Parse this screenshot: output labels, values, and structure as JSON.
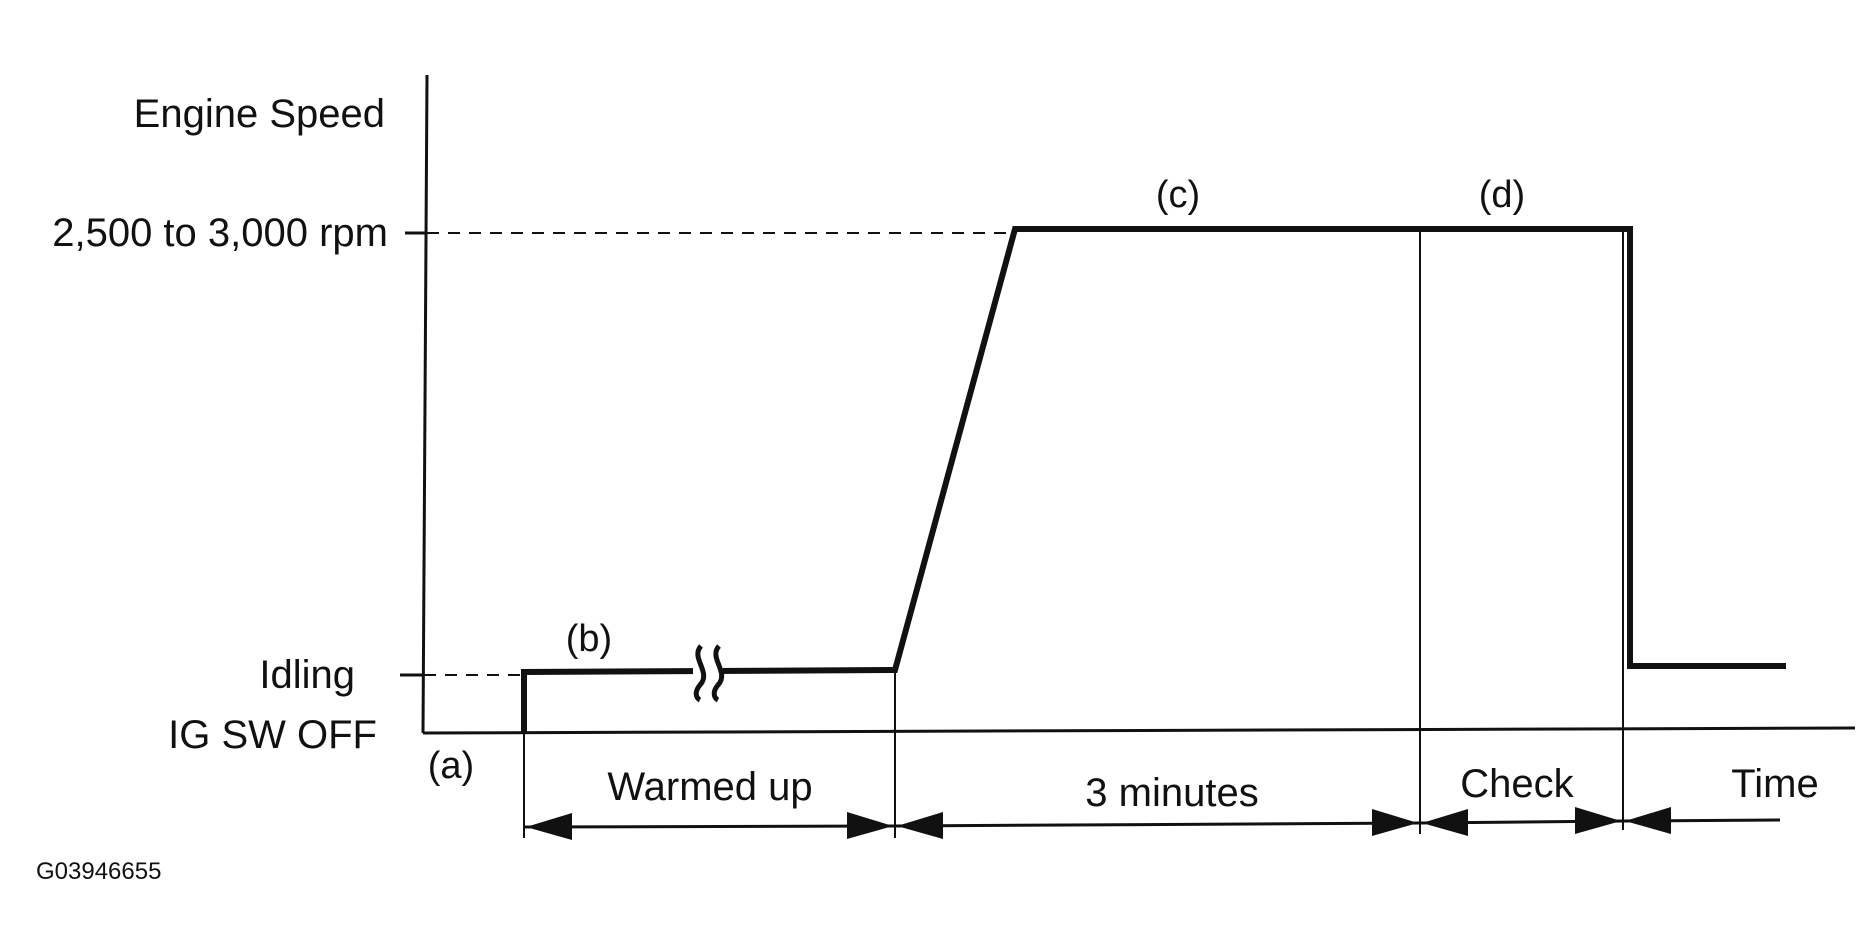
{
  "diagram": {
    "y_axis_label": "Engine Speed",
    "levels": {
      "high": "2,500 to 3,000 rpm",
      "idle": "Idling",
      "off": "IG SW OFF"
    },
    "points": {
      "a": "(a)",
      "b": "(b)",
      "c": "(c)",
      "d": "(d)"
    },
    "intervals": {
      "warm": "Warmed up",
      "three_min": "3 minutes",
      "check": "Check",
      "time": "Time"
    },
    "figure_id": "G03946655"
  },
  "colors": {
    "ink": "#111111",
    "background": "#ffffff"
  }
}
